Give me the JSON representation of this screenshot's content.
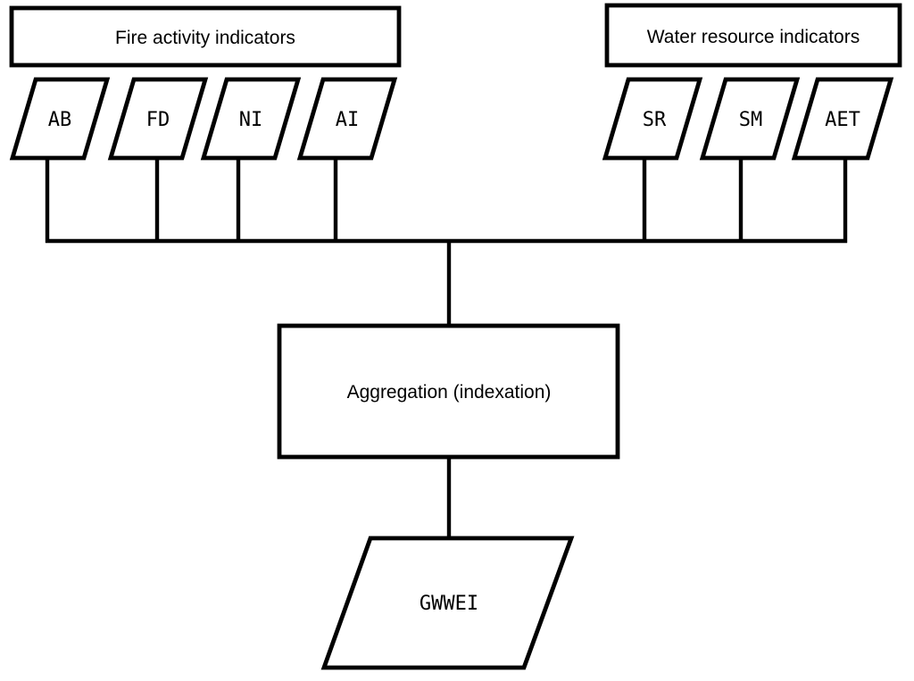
{
  "page": {
    "background_color": "#ffffff",
    "line_color": "#000000",
    "shape_fill_color": "#ffffff"
  },
  "diagram": {
    "fire_group": {
      "title": "Fire activity indicators",
      "indicators": [
        {
          "label": "AB"
        },
        {
          "label": "FD"
        },
        {
          "label": "NI"
        },
        {
          "label": "AI"
        }
      ]
    },
    "water_group": {
      "title": "Water resource indicators",
      "indicators": [
        {
          "label": "SR"
        },
        {
          "label": "SM"
        },
        {
          "label": "AET"
        }
      ]
    },
    "process": {
      "label": "Aggregation (indexation)"
    },
    "output": {
      "label": "GWWEI"
    }
  }
}
